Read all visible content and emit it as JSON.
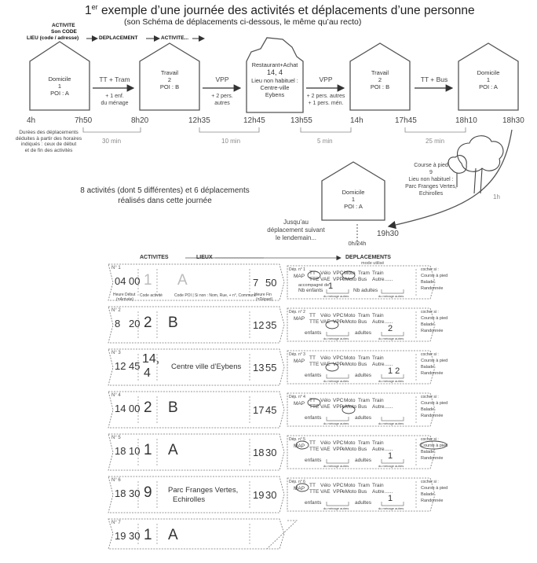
{
  "title": "1er exemple d’une journée des activités et déplacements d’une personne",
  "title_sup": "er",
  "title_num": "1",
  "title_rest": " exemple d’une journée des activités et déplacements d’une personne",
  "subtitle": "(son Schéma de déplacements ci-dessous, le même qu’au recto)",
  "legend": {
    "activite": "ACTIVITE",
    "code": "Son CODE",
    "lieu": "LIEU (code / adresse)",
    "deplacement": "DEPLACEMENT",
    "activite2": "ACTIVITE..."
  },
  "houses": [
    {
      "line1": "Domicile",
      "line2": "1",
      "line3": "POI : A"
    },
    {
      "line1": "Travail",
      "line2": "2",
      "line3": "POI : B"
    },
    {
      "line1": "Restaurant+Achat",
      "line2": "14, 4",
      "line3": "Lieu non habituel :",
      "line4": "Centre-ville",
      "line5": "Eybens"
    },
    {
      "line1": "Travail",
      "line2": "2",
      "line3": "POI : B"
    },
    {
      "line1": "Domicile",
      "line2": "1",
      "line3": "POI : A"
    },
    {
      "line1": "Domicile",
      "line2": "1",
      "line3": "POI : A"
    }
  ],
  "transport": {
    "t1": "TT + Tram",
    "t1a": "+ 1 enf.",
    "t1b": "du ménage",
    "t2": "VPP",
    "t2a": "+ 2 pers.",
    "t2b": "autres",
    "t3": "VPP",
    "t3a": "+ 2 pers. autres",
    "t3b": "+ 1 pers. mén.",
    "t4": "TT + Bus"
  },
  "times": [
    "4h",
    "7h50",
    "8h20",
    "12h35",
    "12h45",
    "13h55",
    "14h",
    "17h45",
    "18h10",
    "18h30",
    "19h30"
  ],
  "durations": [
    "30 min",
    "10 min",
    "5 min",
    "25 min",
    "1h"
  ],
  "note_left": [
    "Durées des déplacements",
    "déduites à partir des horaires",
    "indiqués : ceux de début",
    "et de fin des activités"
  ],
  "course": {
    "l1": "Course à pied",
    "l2": "9",
    "l3": "Lieu non habituel :",
    "l4": "Parc Franges Vertes,",
    "l5": "Echirolles"
  },
  "summary": {
    "l1": "8 activités (dont 5 différentes) et 6 déplacements",
    "l2": "réalisés dans cette journée"
  },
  "jusqu": {
    "l1": "Jusqu’au",
    "l2": "déplacement suivant",
    "l3": "le lendemain...",
    "l4": "0h/24h"
  },
  "form": {
    "h_activites": "ACTIVITES",
    "h_lieux": "LIEUX",
    "h_deplacements": "DEPLACEMENTS",
    "h_mode": "mode utilisé",
    "cards": [
      {
        "n": "N° 1",
        "h1": "04",
        "m1": "00",
        "code": "1",
        "lieu": "A",
        "h2": "7",
        "m2": "50"
      },
      {
        "n": "N° 2",
        "h1": "8",
        "m1": "20",
        "code": "2",
        "lieu": "B",
        "h2": "12",
        "m2": "35"
      },
      {
        "n": "N° 3",
        "h1": "12",
        "m1": "45",
        "code": "14,",
        "code2": "4",
        "lieu": "Centre ville d’Eybens",
        "h2": "13",
        "m2": "55"
      },
      {
        "n": "N° 4",
        "h1": "14",
        "m1": "00",
        "code": "2",
        "lieu": "B",
        "h2": "17",
        "m2": "45"
      },
      {
        "n": "N° 5",
        "h1": "18",
        "m1": "10",
        "code": "1",
        "lieu": "A",
        "h2": "18",
        "m2": "30"
      },
      {
        "n": "N° 6",
        "h1": "18",
        "m1": "30",
        "code": "9",
        "lieu": "Parc Franges Vertes,",
        "lieu2": "Echirolles",
        "h2": "19",
        "m2": "30"
      },
      {
        "n": "N° 7",
        "h1": "19",
        "m1": "30",
        "code": "1",
        "lieu": "A"
      }
    ],
    "labels1": {
      "hd": "Heure Début",
      "hd2": "(=Arrivée)",
      "ca": "Code activité",
      "cp": "Code POI  |  Si non : Nom, Rue, + n°, Commune",
      "hf": "Heure Fin",
      "hf2": "(=Départ)"
    },
    "deps": [
      {
        "n": "Dép. n° 1",
        "enf": "1",
        "adu": ""
      },
      {
        "n": "Dép. n° 2",
        "enf": "",
        "adu": "2"
      },
      {
        "n": "Dép. n° 3",
        "enf": "",
        "adu": "1 2"
      },
      {
        "n": "Dép. n° 4",
        "enf": "",
        "adu": ""
      },
      {
        "n": "Dép. n° 5",
        "enf": "",
        "adu": "1"
      },
      {
        "n": "Dép. n° 6",
        "enf": "",
        "adu": "1"
      }
    ],
    "modes": {
      "map": "MAP",
      "tt": "TT",
      "tte": "TTE",
      "velo": "Vélo",
      "vae": "VAE",
      "vpc": "VPC",
      "vpp": "VPP",
      "moto": "Moto",
      "emoto": "eMoto",
      "tram": "Tram",
      "bus": "Bus",
      "train": "Train",
      "autre": "Autre......",
      "acc": "accompagné de",
      "nbenf": "Nb enfants",
      "nbadu": "Nb adultes",
      "enf": "enfants",
      "adu": "adultes",
      "menage": "du ménage  autres"
    },
    "cocher": {
      "c": "cocher si :",
      "c1": "Course à pied",
      "c2": "Balade",
      "c3": "Randonnée"
    }
  }
}
